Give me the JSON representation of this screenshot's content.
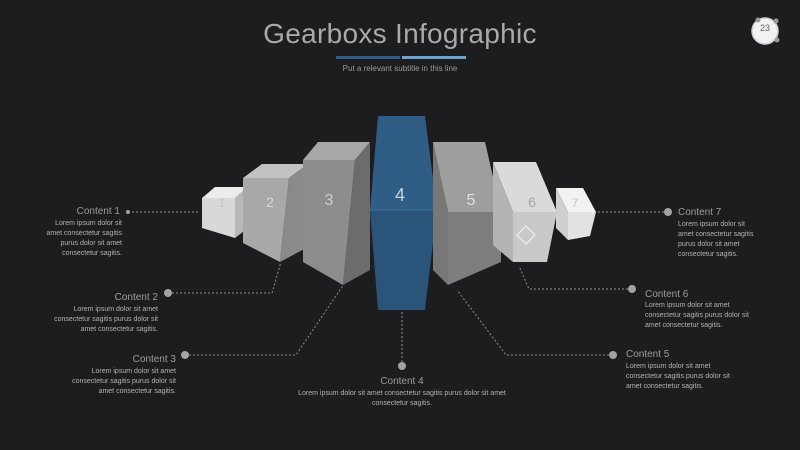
{
  "title": "Gearboxs Infographic",
  "subtitle": "Put a relevant subtitle in this line",
  "page_number": "23",
  "colors": {
    "accent": "#2f5d86",
    "accent_light": "#6aa3cf",
    "block_gray": "#8a8a8a",
    "background": "#1d1d1f"
  },
  "blocks": [
    "1",
    "2",
    "3",
    "4",
    "5",
    "6",
    "7"
  ],
  "contents": [
    {
      "label": "Content 1",
      "body": [
        "Lorem ipsum dolor sit",
        "amet consectetur sagitis",
        "purus dolor sit amet",
        "consectetur sagitis."
      ]
    },
    {
      "label": "Content 2",
      "body": [
        "Lorem ipsum dolor sit amet",
        "consectetur sagitis purus dolor sit",
        "amet consectetur sagitis."
      ]
    },
    {
      "label": "Content 3",
      "body": [
        "Lorem ipsum dolor sit amet",
        "consectetur sagitis purus dolor sit",
        "amet consectetur sagitis."
      ]
    },
    {
      "label": "Content 4",
      "body": [
        "Lorem ipsum dolor sit amet consectetur sagitis purus dolor sit amet",
        "consectetur sagitis."
      ]
    },
    {
      "label": "Content 5",
      "body": [
        "Lorem ipsum dolor sit amet",
        "consectetur sagitis purus dolor sit",
        "amet consectetur sagitis."
      ]
    },
    {
      "label": "Content 6",
      "body": [
        "Lorem ipsum dolor sit amet",
        "consectetur sagitis purus dolor sit",
        "amet consectetur sagitis."
      ]
    },
    {
      "label": "Content 7",
      "body": [
        "Lorem ipsum dolor sit",
        "amet consectetur sagitis",
        "purus dolor sit amet",
        "consectetur sagitis."
      ]
    }
  ]
}
